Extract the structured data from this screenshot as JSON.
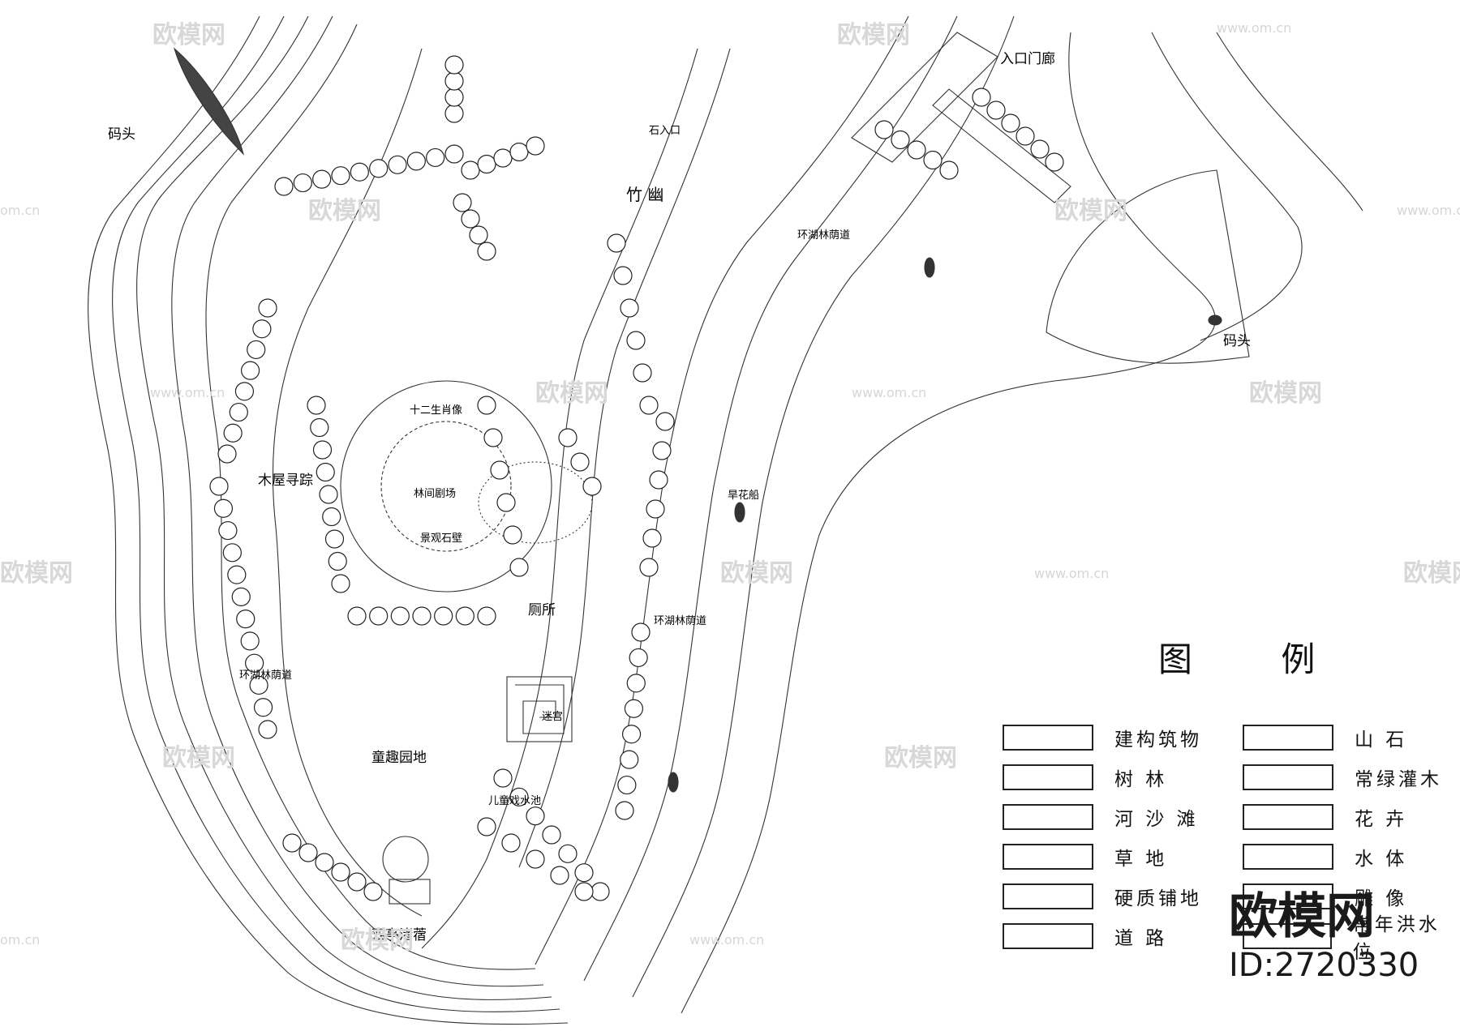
{
  "map": {
    "labels": {
      "pier_left": "码头",
      "pier_right": "码头",
      "entrance": "入口门廊",
      "bamboo": "竹  幽",
      "bamboo_sign": "石入口",
      "lake_path_1": "环湖林荫道",
      "lake_path_2": "环湖林荫道",
      "lake_path_3": "环湖林荫道",
      "zodiac": "十二生肖像",
      "cabin": "木屋寻踪",
      "theater": "林间剧场",
      "stone_wall": "景观石壁",
      "land_boat": "旱花船",
      "toilet": "厕所",
      "kids_garden": "童趣园地",
      "maze_sign": "迷宫",
      "kids_water": "儿童戏水池",
      "two_pavilions": "双亭渚蓿"
    }
  },
  "legend": {
    "title": "图  例",
    "items": [
      {
        "label": "建构筑物",
        "icon": "building-swatch"
      },
      {
        "label": "山    石",
        "icon": "rock-swatch"
      },
      {
        "label": "树    林",
        "icon": "forest-swatch"
      },
      {
        "label": "常绿灌木",
        "icon": "shrub-swatch"
      },
      {
        "label": "河 沙 滩",
        "icon": "beach-swatch"
      },
      {
        "label": "花    卉",
        "icon": "flower-swatch"
      },
      {
        "label": "草    地",
        "icon": "grass-swatch"
      },
      {
        "label": "水    体",
        "icon": "water-swatch"
      },
      {
        "label": "硬质铺地",
        "icon": "paving-swatch"
      },
      {
        "label": "雕    像",
        "icon": "statue-swatch"
      },
      {
        "label": "道    路",
        "icon": "road-swatch"
      },
      {
        "label": "常年洪水位",
        "icon": "floodline-swatch"
      }
    ]
  },
  "watermark": {
    "brand": "欧模网",
    "id": "ID:2720330",
    "url": "www.om.cn",
    "url_alt": "om.cn",
    "small": "欧模网"
  }
}
